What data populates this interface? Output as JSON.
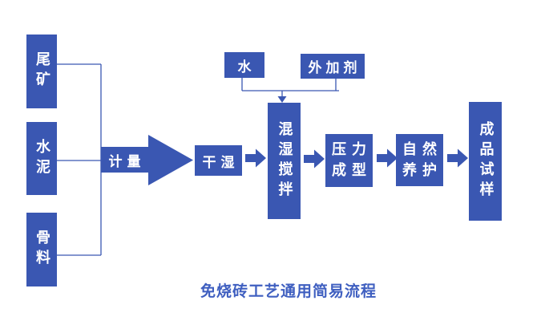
{
  "diagram": {
    "caption": "免烧砖工艺通用简易流程",
    "colors": {
      "node_fill": "#3a57b2",
      "node_text": "#ffffff",
      "connector": "#3a57b2",
      "caption_text": "#3f5fc0",
      "background": "#ffffff"
    },
    "material_inputs": [
      {
        "label": "尾矿"
      },
      {
        "label": "水泥"
      },
      {
        "label": "骨料"
      }
    ],
    "top_inputs": [
      {
        "label": "水"
      },
      {
        "label": "外加剂"
      }
    ],
    "metering": {
      "label": "计量"
    },
    "steps": [
      {
        "label": "干湿"
      },
      {
        "label": "混湿搅拌"
      },
      {
        "label_line1": "压力",
        "label_line2": "成型"
      },
      {
        "label_line1": "自然",
        "label_line2": "养护"
      },
      {
        "label": "成品试样"
      }
    ]
  }
}
